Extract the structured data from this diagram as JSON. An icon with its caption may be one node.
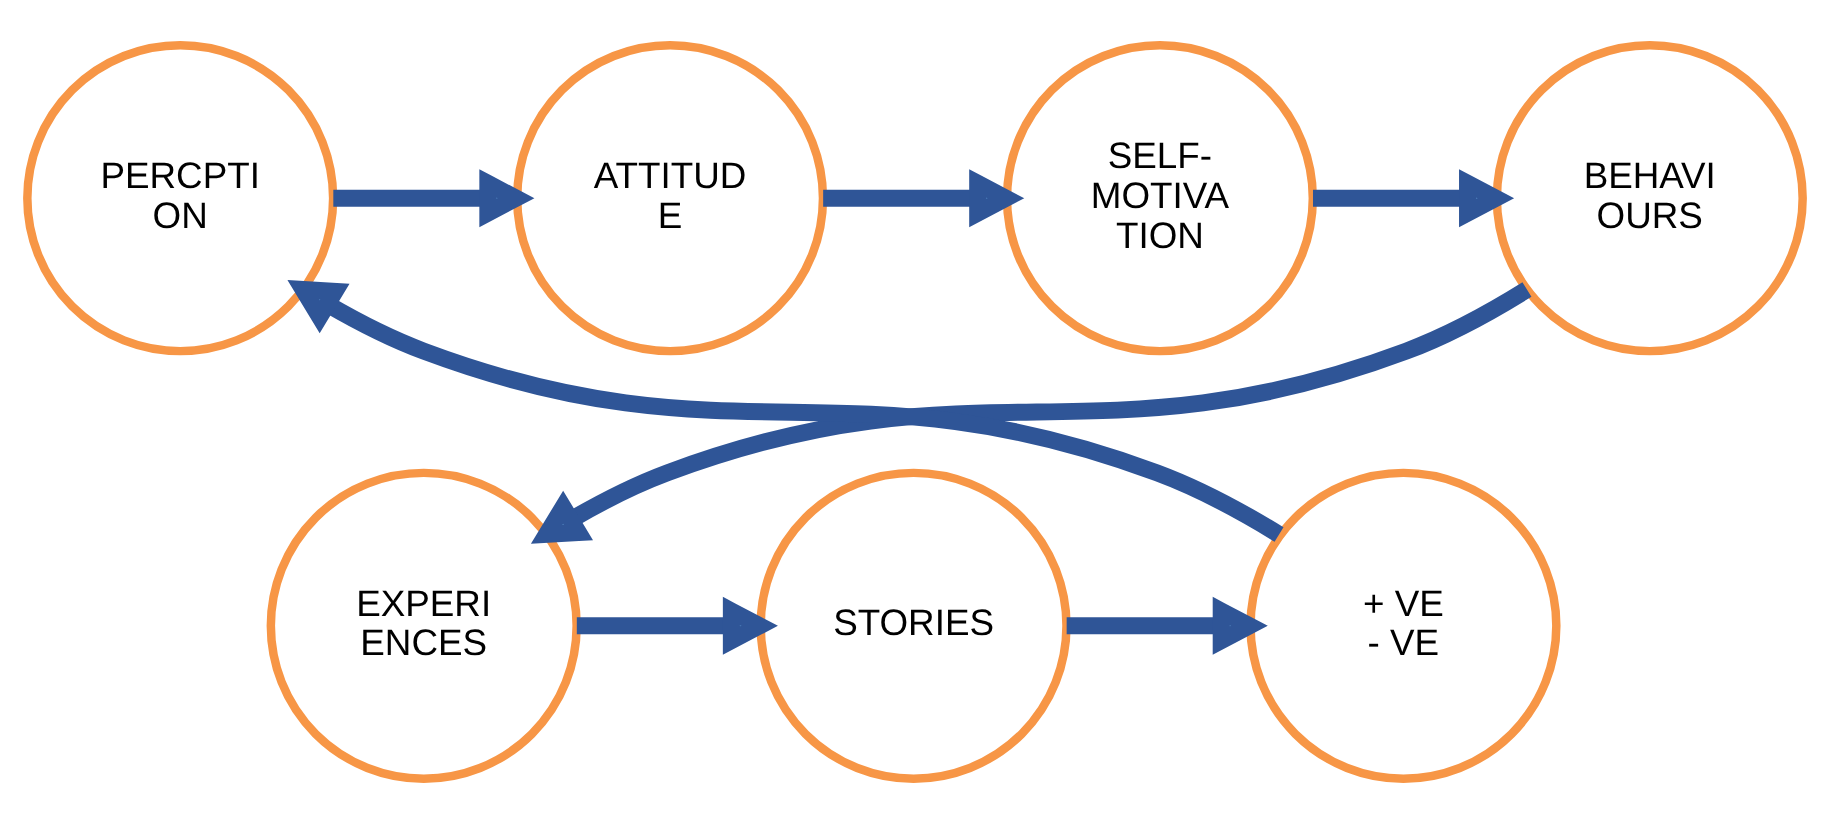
{
  "diagram": {
    "nodes": [
      {
        "text": [
          "PERCPTI ON"
        ]
      },
      {
        "text": [
          "ATTITUD E"
        ]
      },
      {
        "text": [
          "SELF- MOTIVA TION"
        ]
      },
      {
        "text": [
          "BEHAVI OURS"
        ]
      },
      {
        "text": [
          "EXPERI ENCES"
        ]
      },
      {
        "text": [
          "STORIES"
        ]
      },
      {
        "text": [
          "+ VE",
          "- VE"
        ]
      }
    ],
    "edges": [
      {
        "from": 0,
        "to": 1,
        "arrow": "to"
      },
      {
        "from": 1,
        "to": 2,
        "arrow": "to"
      },
      {
        "from": 2,
        "to": 3,
        "arrow": "to"
      },
      {
        "from": 3,
        "to": 4,
        "arrow": "to"
      },
      {
        "from": 4,
        "to": 5,
        "arrow": "to"
      },
      {
        "from": 5,
        "to": 6,
        "arrow": "to"
      },
      {
        "from": 6,
        "to": 0,
        "arrow": "to"
      }
    ]
  }
}
